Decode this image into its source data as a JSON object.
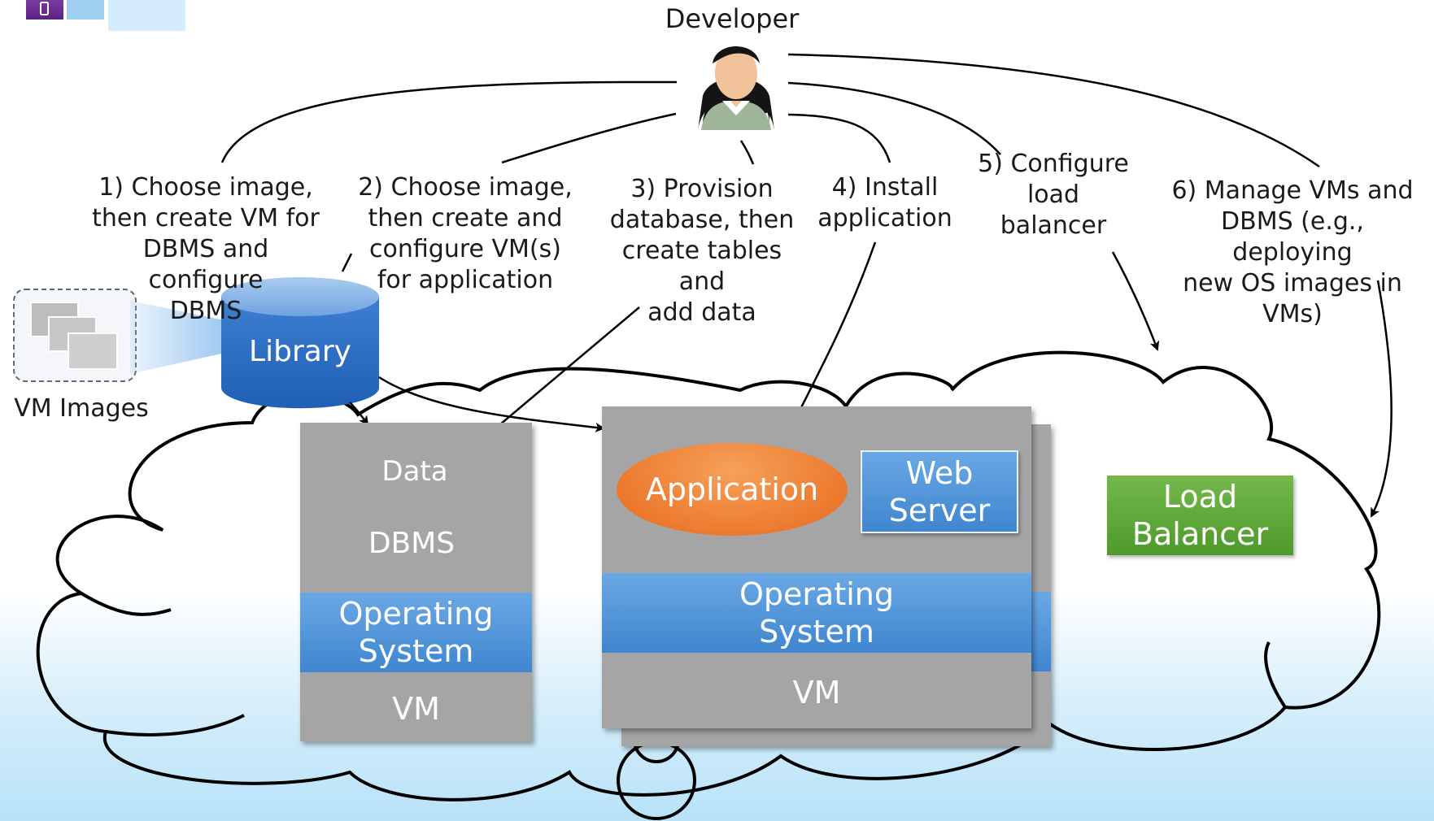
{
  "developer_label": "Developer",
  "steps": {
    "s1": "1) Choose image,\nthen create VM for\nDBMS and configure\nDBMS",
    "s2": "2) Choose image,\nthen create and\nconfigure VM(s)\nfor application",
    "s3": "3) Provision\ndatabase, then\ncreate tables and\nadd data",
    "s4": "4) Install\napplication",
    "s5": "5) Configure\nload\nbalancer",
    "s6": "6) Manage VMs and\nDBMS (e.g., deploying\nnew OS images in VMs)"
  },
  "vm_images_label": "VM Images",
  "library_label": "Library",
  "dbms_vm": {
    "data_label": "Data",
    "dbms_label": "DBMS",
    "os_label": "Operating\nSystem",
    "vm_label": "VM"
  },
  "app_vm": {
    "application_label": "Application",
    "web_server_label": "Web\nServer",
    "os_label": "Operating\nSystem",
    "vm_label": "VM"
  },
  "load_balancer_label": "Load\nBalancer",
  "colors": {
    "os_blue": "#3f86cf",
    "vm_gray": "#a5a5a5",
    "application_orange": "#ec7a2e",
    "load_balancer_green": "#5aa63a",
    "library_blue": "#2f6fc2",
    "corner_purple": "#6b2d8f"
  }
}
